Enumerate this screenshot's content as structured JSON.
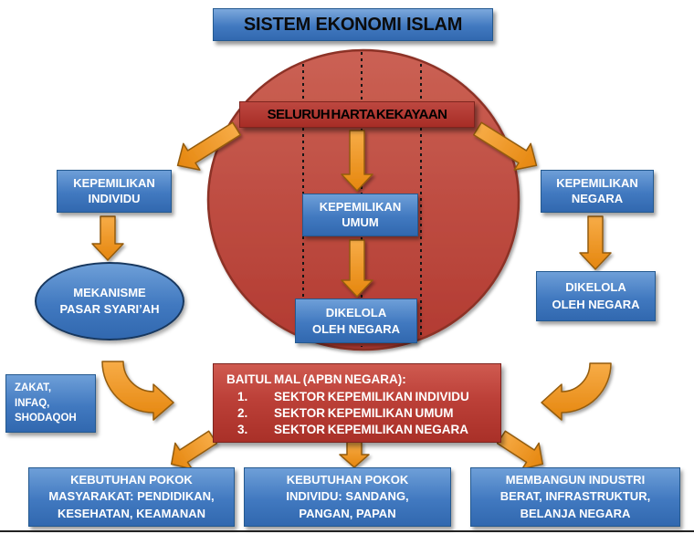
{
  "title": "SISTEM EKONOMI ISLAM",
  "banner": "SELURUH HARTA KEKAYAAN",
  "nodes": {
    "kepemilikan_individu": "KEPEMILIKAN\nINDIVIDU",
    "kepemilikan_umum": "KEPEMILIKAN\nUMUM",
    "kepemilikan_negara": "KEPEMILIKAN\nNEGARA",
    "mekanisme_pasar": "MEKANISME\nPASAR SYARI’AH",
    "dikelola_umum": "DIKELOLA\nOLEH NEGARA",
    "dikelola_negara": "DIKELOLA\nOLEH NEGARA",
    "zakat": "ZAKAT,\nINFAQ,\nSHODAQOH"
  },
  "baitul_mal": {
    "heading": "BAITUL MAL (APBN NEGARA):",
    "items": [
      {
        "num": "1.",
        "text": "SEKTOR KEPEMILIKAN INDIVIDU"
      },
      {
        "num": "2.",
        "text": "SEKTOR KEPEMILIKAN UMUM"
      },
      {
        "num": "3.",
        "text": "SEKTOR KEPEMILIKAN NEGARA"
      }
    ]
  },
  "bottom_boxes": [
    "KEBUTUHAN POKOK\nMASYARAKAT: PENDIDIKAN,\nKESEHATAN, KEAMANAN",
    "KEBUTUHAN POKOK\nINDIVIDU: SANDANG,\nPANGAN, PAPAN",
    "MEMBANGUN INDUSTRI\nBERAT, INFRASTRUKTUR,\nBELANJA NEGARA"
  ],
  "colors": {
    "blue_fill": "#3C7CC6",
    "blue_border": "#24598F",
    "red_fill": "#BE4338",
    "red_border": "#8C3026",
    "banner_fill": "#B2362E",
    "orange_fill": "#EE9021",
    "orange_border": "#935B0E",
    "background": "#FFFFFF"
  }
}
